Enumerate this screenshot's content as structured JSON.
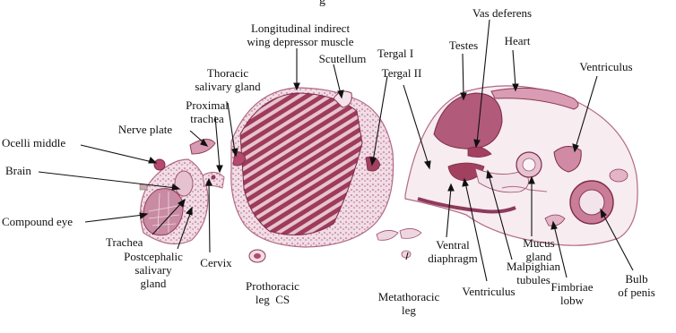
{
  "figure_title": "g",
  "colors": {
    "tissue_dark": "#a2405f",
    "tissue_mid": "#c97d97",
    "tissue_light": "#e8c9d4",
    "tissue_pale": "#f3e3ea",
    "leader": "#111111"
  },
  "labels": {
    "longitudinal_muscle": "Longitudinal indirect\nwing depressor muscle",
    "vas_deferens": "Vas deferens",
    "testes": "Testes",
    "heart": "Heart",
    "scutellum": "Scutellum",
    "tergal_1": "Tergal I",
    "tergal_2": "Tergal II",
    "thoracic_salivary_gland": "Thoracic\nsalivary gland",
    "ventriculus_top": "Ventriculus",
    "proximal_trachea": "Proximal\ntrachea",
    "nerve_plate": "Nerve plate",
    "ocelli_middle": "Ocelli middle",
    "brain": "Brain",
    "compound_eye": "Compound eye",
    "trachea": "Trachea",
    "postcephalic_salivary_gland": "Postcephalic\nsalivary\ngland",
    "cervix": "Cervix",
    "prothoracic_leg_cs": "Prothoracic\nleg  CS",
    "metathoracic_leg": "Metathoracic\nleg",
    "ventral_diaphragm": "Ventral\ndiaphragm",
    "ventriculus_bottom": "Ventriculus",
    "malpighian_tubules": "Malpighian\ntubules",
    "mucus_gland": "Mucus\ngland",
    "fimbriae_lobw": "Fimbriae\nlobw",
    "bulb_of_penis": "Bulb\nof penis"
  }
}
